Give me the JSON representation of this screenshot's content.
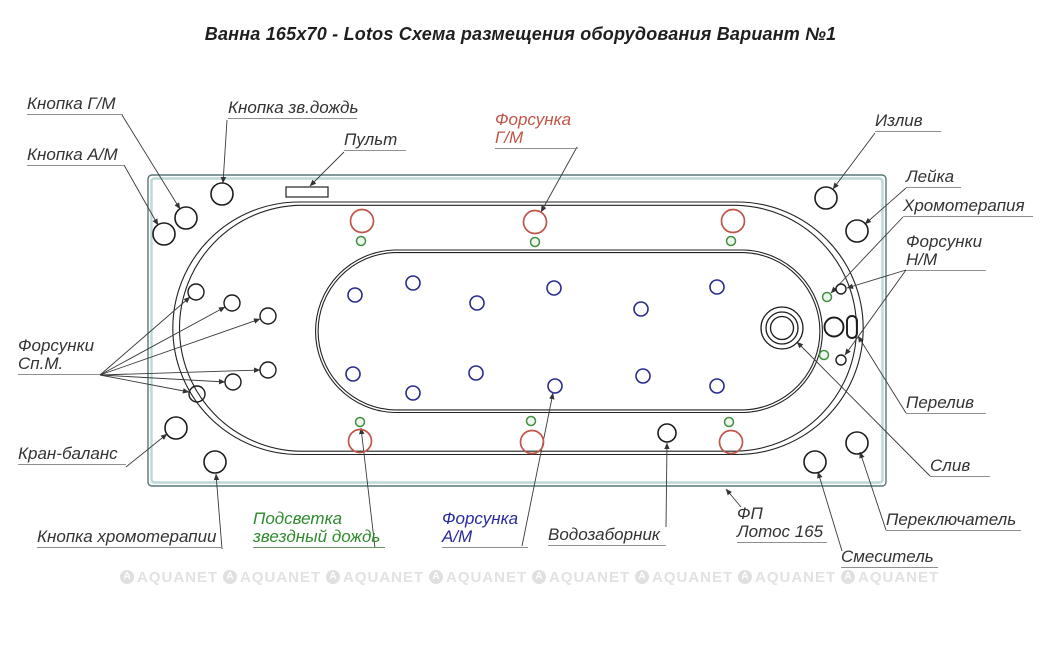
{
  "title": "Ванна 165х70 - Lotos Схема размещения оборудования Вариант №1",
  "colors": {
    "jet_red": "#c05548",
    "jet_blue": "#2a2a8f",
    "led_green": "#3f9040",
    "rim_teal": "#bdd8d8",
    "outline_black": "#222222",
    "watermark_gray": "#e2e2e2"
  },
  "callouts": {
    "knopka_gm": "Кнопка Г/М",
    "knopka_am": "Кнопка А/М",
    "knopka_zv_dozhd": "Кнопка зв.дождь",
    "pult": "Пульт",
    "forsunka_gm_1": "Форсунка",
    "forsunka_gm_2": "Г/М",
    "izliv": "Излив",
    "leika": "Лейка",
    "khromoterapiya": "Хромотерапия",
    "forsunki_nm_1": "Форсунки",
    "forsunki_nm_2": "Н/М",
    "pereliv": "Перелив",
    "sliv": "Слив",
    "pereklyuchatel": "Переключатель",
    "smesitel": "Смеситель",
    "fp_1": "ФП",
    "fp_2": "Лотос 165",
    "vodozabornik": "Водозаборник",
    "forsunka_am_1": "Форсунка",
    "forsunka_am_2": "А/М",
    "podsvetka_1": "Подсветка",
    "podsvetka_2": "звездный дождь",
    "knopka_khromoterapii": "Кнопка хромотерапии",
    "kran_balans": "Кран-баланс",
    "forsunki_spm_1": "Форсунки",
    "forsunki_spm_2": "Сп.М."
  },
  "watermark": {
    "text": "AQUANET"
  }
}
